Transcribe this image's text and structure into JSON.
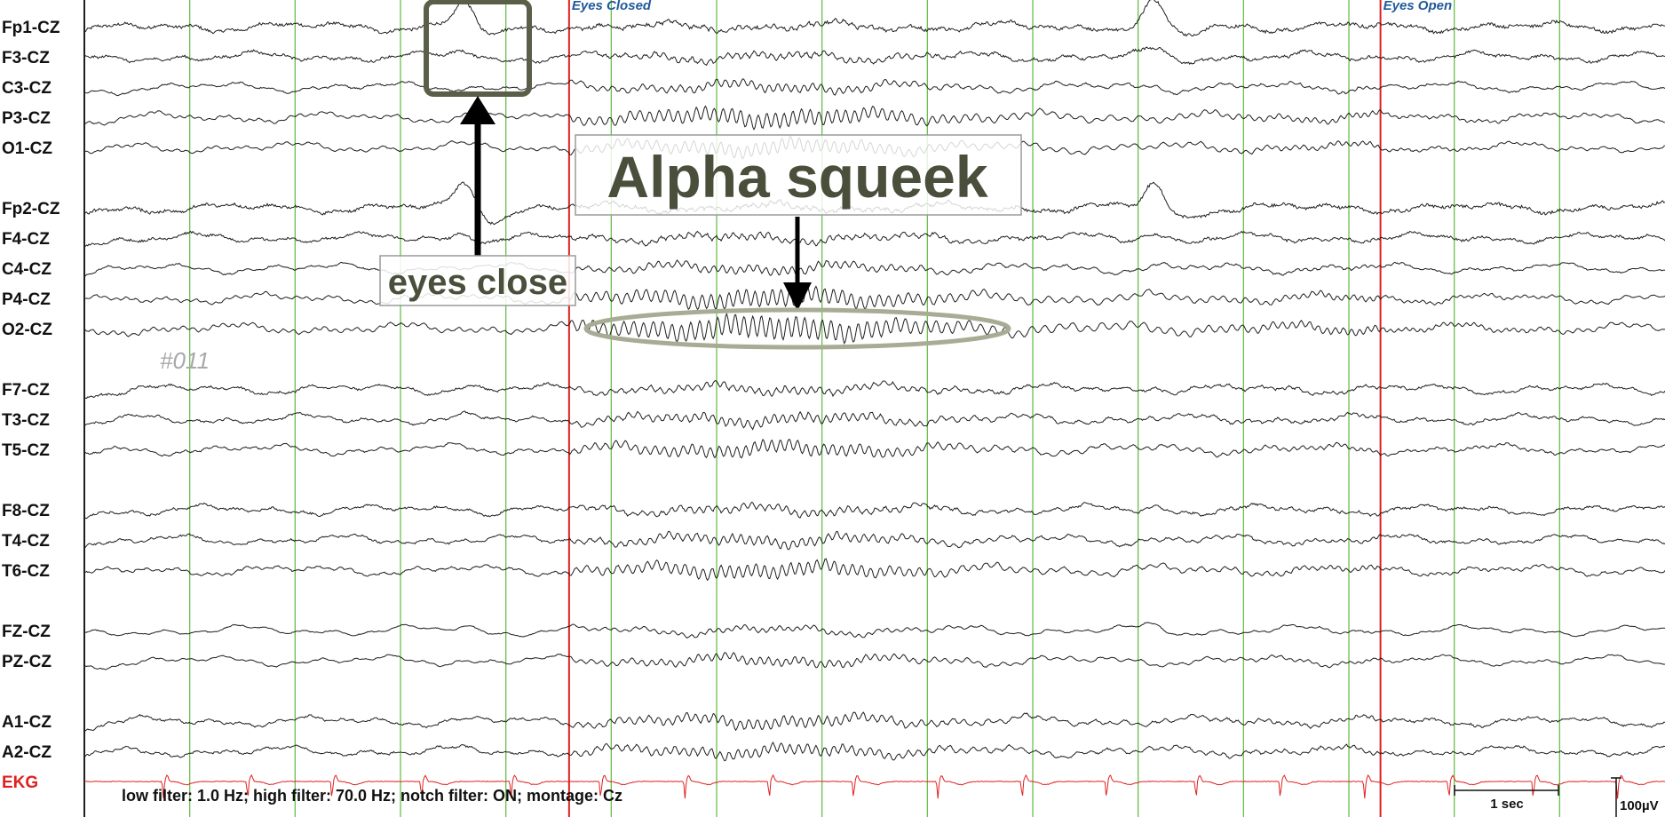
{
  "chart_data": {
    "type": "line",
    "title": "",
    "xlabel": "",
    "ylabel": "",
    "epoch_seconds": 15,
    "grid": "vertical lines every 1 second",
    "colors": {
      "trace": "#1e1e1e",
      "ekg": "#e02020",
      "grid": "#6abf4b",
      "event": "#e02020",
      "event_text": "#1f5a9a",
      "annotation": "#5a5f4a",
      "page_mark": "#a8a8a8"
    },
    "channels": [
      {
        "name": "Fp1-CZ",
        "group": 0,
        "alpha": 0.15,
        "blink": 3.9,
        "beta": 0.8
      },
      {
        "name": "F3-CZ",
        "group": 0,
        "alpha": 0.25,
        "blink": 1.0,
        "beta": 0.6
      },
      {
        "name": "C3-CZ",
        "group": 0,
        "alpha": 0.35,
        "blink": 0.25,
        "beta": 0.3
      },
      {
        "name": "P3-CZ",
        "group": 0,
        "alpha": 0.7,
        "blink": 0.1,
        "beta": 0.2
      },
      {
        "name": "O1-CZ",
        "group": 0,
        "alpha": 0.6,
        "blink": 0.1,
        "beta": 0.2
      },
      {
        "name": "Fp2-CZ",
        "group": 1,
        "alpha": 0.15,
        "blink": 3.9,
        "beta": 0.8
      },
      {
        "name": "F4-CZ",
        "group": 1,
        "alpha": 0.25,
        "blink": 1.0,
        "beta": 0.6
      },
      {
        "name": "C4-CZ",
        "group": 1,
        "alpha": 0.35,
        "blink": 0.2,
        "beta": 0.3
      },
      {
        "name": "P4-CZ",
        "group": 1,
        "alpha": 0.75,
        "blink": 0.1,
        "beta": 0.2
      },
      {
        "name": "O2-CZ",
        "group": 1,
        "alpha": 1.0,
        "blink": 0.1,
        "beta": 0.2
      },
      {
        "name": "F7-CZ",
        "group": 2,
        "alpha": 0.3,
        "blink": 0.6,
        "beta": 0.5
      },
      {
        "name": "T3-CZ",
        "group": 2,
        "alpha": 0.4,
        "blink": 0.2,
        "beta": 0.4
      },
      {
        "name": "T5-CZ",
        "group": 2,
        "alpha": 0.55,
        "blink": 0.15,
        "beta": 0.3
      },
      {
        "name": "F8-CZ",
        "group": 3,
        "alpha": 0.3,
        "blink": 0.6,
        "beta": 0.5
      },
      {
        "name": "T4-CZ",
        "group": 3,
        "alpha": 0.4,
        "blink": 0.2,
        "beta": 0.4
      },
      {
        "name": "T6-CZ",
        "group": 3,
        "alpha": 0.6,
        "blink": 0.15,
        "beta": 0.3
      },
      {
        "name": "FZ-CZ",
        "group": 4,
        "alpha": 0.2,
        "blink": 0.7,
        "beta": 0.2
      },
      {
        "name": "PZ-CZ",
        "group": 4,
        "alpha": 0.35,
        "blink": 0.1,
        "beta": 0.2
      },
      {
        "name": "A1-CZ",
        "group": 5,
        "alpha": 0.45,
        "blink": 0.1,
        "beta": 0.4
      },
      {
        "name": "A2-CZ",
        "group": 5,
        "alpha": 0.45,
        "blink": 0.1,
        "beta": 0.4
      },
      {
        "name": "EKG",
        "group": 5,
        "ekg": true
      }
    ],
    "events": [
      {
        "label": "Eyes Closed",
        "t": 4.6
      },
      {
        "label": "Eyes Open",
        "t": 12.3
      }
    ],
    "blinks": [
      3.6,
      10.15
    ],
    "ekg_beats": [
      0.75,
      1.55,
      2.35,
      3.2,
      4.05,
      4.9,
      5.7,
      6.5,
      7.3,
      8.1,
      8.9,
      9.7,
      10.55,
      11.35,
      12.15,
      12.95,
      13.75,
      14.55
    ],
    "footer": "low filter: 1.0 Hz; high filter: 70.0 Hz; notch filter: ON; montage: Cz",
    "time_scale": "1 sec",
    "amplitude_scale": "100µV"
  },
  "annotations": {
    "alpha_squeek": "Alpha squeek",
    "eyes_close": "eyes close",
    "page_mark": "#011"
  }
}
